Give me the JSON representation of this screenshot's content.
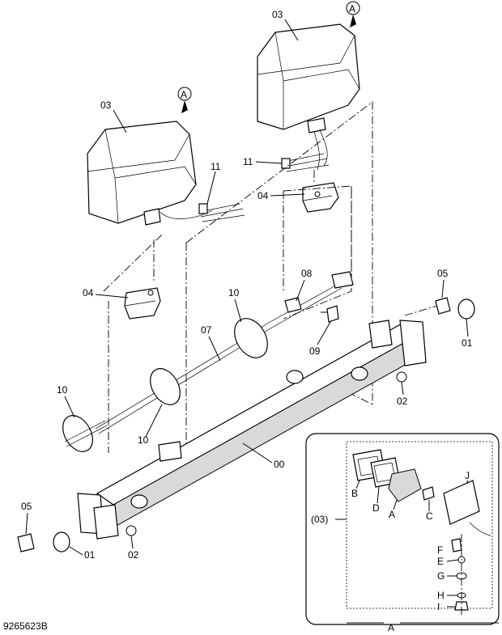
{
  "diagram_id": "9265623B",
  "detail_title": "(03)",
  "detail_ref": "A",
  "callouts": {
    "lamp_top_ref": "A",
    "lamp_top_label": "03",
    "lamp_left_ref": "A",
    "lamp_left_label": "03",
    "wire_top": "11",
    "wire_left": "11",
    "bracket_top": "04",
    "bracket_left": "04",
    "connector": "08",
    "harness": "07",
    "band_mid": "10",
    "band_left": "10",
    "band_bottom": "10",
    "bolt_mid": "09",
    "bolt_right_05": "05",
    "bolt_right_01": "01",
    "washer_right": "02",
    "beam": "00",
    "bolt_left_05": "05",
    "bolt_left_01": "01",
    "washer_left": "02"
  },
  "detail_parts": {
    "B": "B",
    "D": "D",
    "A": "A",
    "C": "C",
    "J": "J",
    "F": "F",
    "E": "E",
    "G": "G",
    "H": "H",
    "I": "I"
  }
}
